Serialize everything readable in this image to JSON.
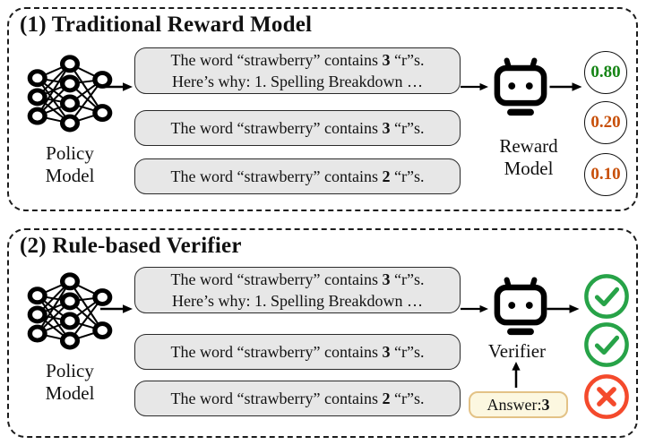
{
  "panel1": {
    "title": "(1) Traditional Reward Model",
    "policy_label_line1": "Policy",
    "policy_label_line2": "Model",
    "model_label_line1": "Reward",
    "model_label_line2": "Model",
    "boxes": [
      {
        "line1_pre": "The word “strawberry” contains ",
        "line1_bold": "3",
        "line1_post": " “r”s.",
        "line2": "Here’s why: 1. Spelling Breakdown …"
      },
      {
        "line1_pre": "The word “strawberry” contains ",
        "line1_bold": "3",
        "line1_post": " “r”s."
      },
      {
        "line1_pre": "The word “strawberry” contains ",
        "line1_bold": "2",
        "line1_post": " “r”s."
      }
    ],
    "scores": [
      {
        "value": "0.80",
        "color": "#168516"
      },
      {
        "value": "0.20",
        "color": "#c8500a"
      },
      {
        "value": "0.10",
        "color": "#c8500a"
      }
    ]
  },
  "panel2": {
    "title": "(2) Rule-based Verifier",
    "policy_label_line1": "Policy",
    "policy_label_line2": "Model",
    "verifier_label": "Verifier",
    "answer_pre": "Answer: ",
    "answer_bold": "3",
    "boxes": [
      {
        "line1_pre": "The word “strawberry” contains ",
        "line1_bold": "3",
        "line1_post": " “r”s.",
        "line2": "Here’s why: 1. Spelling Breakdown …"
      },
      {
        "line1_pre": "The word “strawberry” contains ",
        "line1_bold": "3",
        "line1_post": " “r”s."
      },
      {
        "line1_pre": "The word “strawberry” contains ",
        "line1_bold": "2",
        "line1_post": " “r”s."
      }
    ],
    "results": [
      "check",
      "check",
      "cross"
    ]
  },
  "icons": {
    "policy_network": "neural-network-icon",
    "reward_model": "robot-icon",
    "verifier": "robot-icon",
    "pass": "green-check-circle",
    "fail": "red-cross-circle",
    "flow": "arrow-right-icon",
    "answer_flow": "arrow-up-icon"
  },
  "colors": {
    "check_green": "#27a348",
    "cross_red": "#f44a2c",
    "score_green": "#168516",
    "score_orange": "#c8500a",
    "message_box_fill": "#e7e7e7",
    "answer_box_fill": "#fcf7e0",
    "answer_box_border": "#e3c286"
  }
}
